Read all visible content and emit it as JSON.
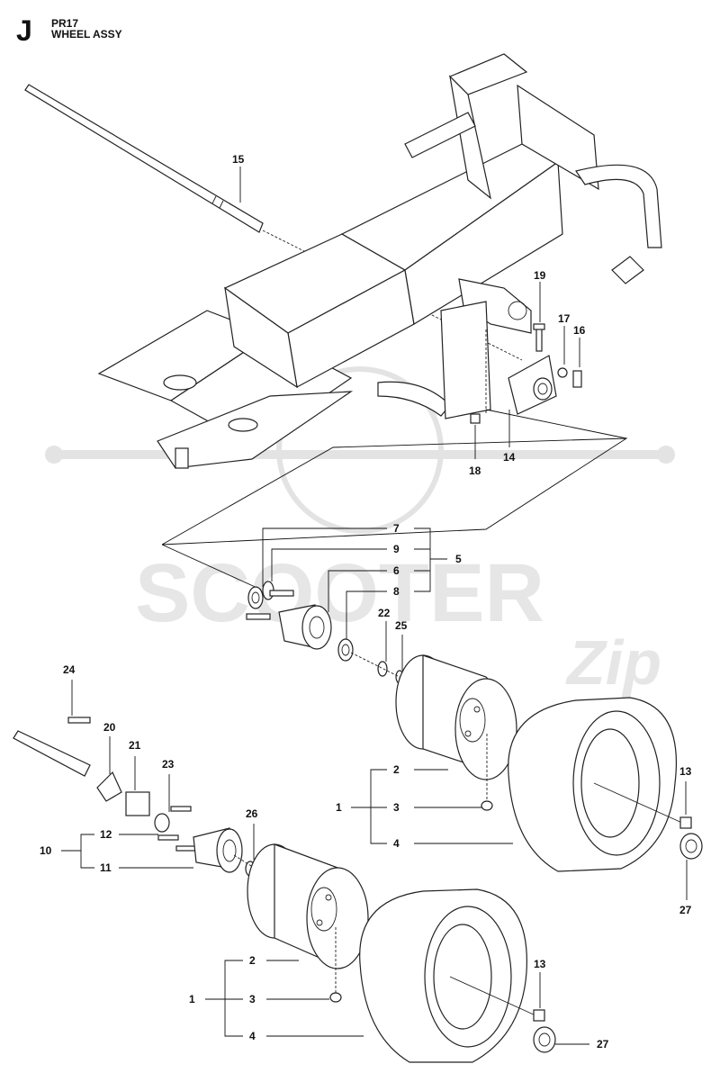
{
  "header": {
    "section_letter": "J",
    "model": "PR17",
    "title": "WHEEL ASSY"
  },
  "watermark": {
    "brand": "SCOOTER",
    "script": "Zip"
  },
  "callouts": {
    "c1a": "1",
    "c2a": "2",
    "c3a": "3",
    "c4a": "4",
    "c1b": "1",
    "c2b": "2",
    "c3b": "3",
    "c4b": "4",
    "c5": "5",
    "c6": "6",
    "c7": "7",
    "c8": "8",
    "c9": "9",
    "c10": "10",
    "c11": "11",
    "c12": "12",
    "c13a": "13",
    "c13b": "13",
    "c14": "14",
    "c15": "15",
    "c16": "16",
    "c17": "17",
    "c18": "18",
    "c19": "19",
    "c20": "20",
    "c21": "21",
    "c22": "22",
    "c23": "23",
    "c24": "24",
    "c25": "25",
    "c26": "26",
    "c27a": "27",
    "c27b": "27"
  }
}
